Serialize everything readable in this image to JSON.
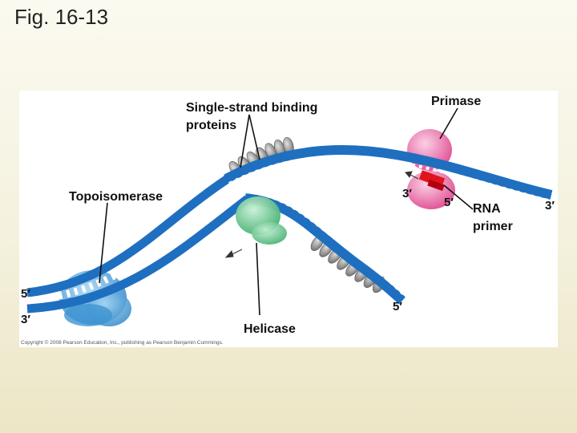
{
  "slide": {
    "title": "Fig. 16-13"
  },
  "labels": {
    "single_strand_binding_proteins": [
      "Single-strand binding",
      "proteins"
    ],
    "primase": "Primase",
    "topoisomerase": "Topoisomerase",
    "helicase": "Helicase",
    "rna_primer": [
      "RNA",
      "primer"
    ]
  },
  "strand_ends": {
    "left_top": "5′",
    "left_bottom": "3′",
    "fork_top": "3′",
    "primer_5": "5′",
    "right_top": "3′",
    "lower_strand_end": "5′"
  },
  "copyright": "Copyright © 2008 Pearson Education, Inc., publishing as Pearson Benjamin Cummings.",
  "colors": {
    "dna_strand": "#1e6fc0",
    "dna_rungs": "#1557a0",
    "topoisomerase": "#4aa0d8",
    "helicase": "#5cc48a",
    "primase": "#ee6aa8",
    "rna_primer": "#e0141c",
    "ssb_proteins": "#8a8a8a"
  }
}
